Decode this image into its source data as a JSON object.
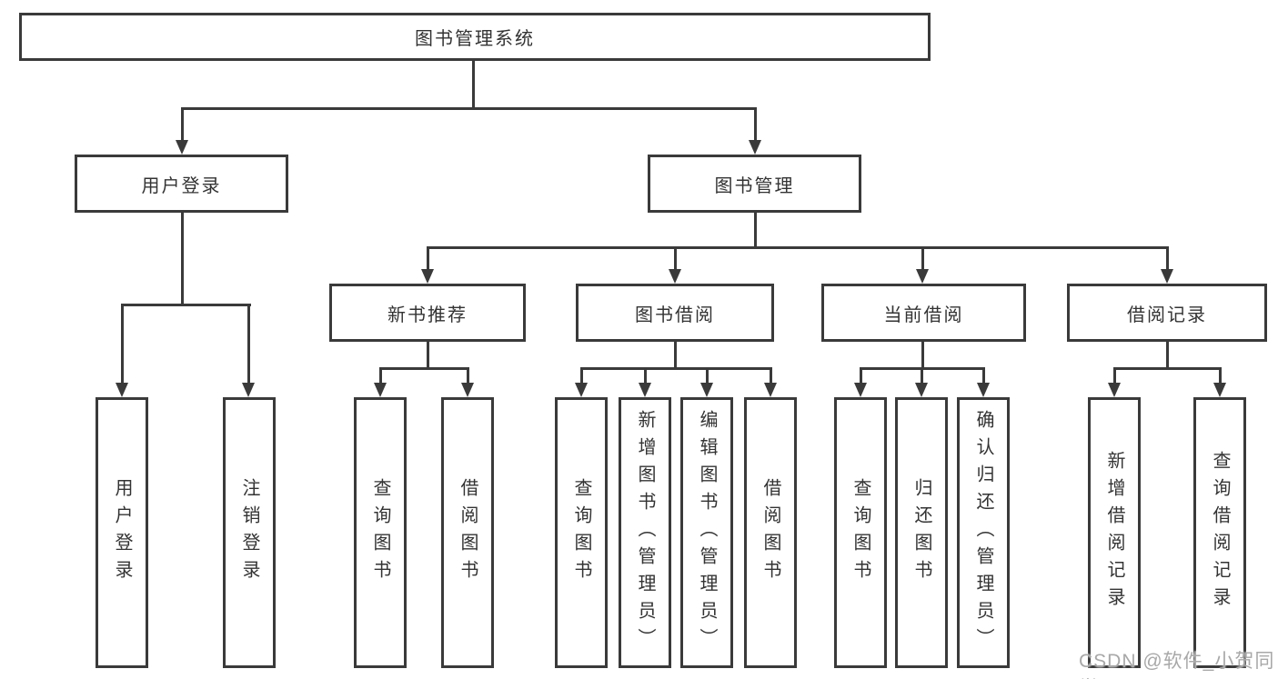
{
  "diagram": {
    "root": {
      "label": "图书管理系统"
    },
    "branches": {
      "user_login": {
        "label": "用户登录",
        "children": {
          "login": {
            "label": "用户登录"
          },
          "logout": {
            "label": "注销登录"
          }
        }
      },
      "book_management": {
        "label": "图书管理",
        "children": {
          "new_book_recommend": {
            "label": "新书推荐",
            "children": {
              "query_book": {
                "label": "查询图书"
              },
              "borrow_book": {
                "label": "借阅图书"
              }
            }
          },
          "book_borrowing": {
            "label": "图书借阅",
            "children": {
              "query_book": {
                "label": "查询图书"
              },
              "add_book": {
                "label": "新增图书（管理员）"
              },
              "edit_book": {
                "label": "编辑图书（管理员）"
              },
              "borrow_book": {
                "label": "借阅图书"
              }
            }
          },
          "current_borrowing": {
            "label": "当前借阅",
            "children": {
              "query_book": {
                "label": "查询图书"
              },
              "return_book": {
                "label": "归还图书"
              },
              "confirm_return": {
                "label": "确认归还（管理员）"
              }
            }
          },
          "borrow_records": {
            "label": "借阅记录",
            "children": {
              "add_record": {
                "label": "新增借阅记录"
              },
              "query_record": {
                "label": "查询借阅记录"
              }
            }
          }
        }
      }
    }
  },
  "watermark": {
    "text": "CSDN @软件_小贺同学"
  },
  "colors": {
    "line": "#3a3a3a",
    "text": "#333333",
    "watermark": "#a8a8a8",
    "background": "#ffffff"
  }
}
